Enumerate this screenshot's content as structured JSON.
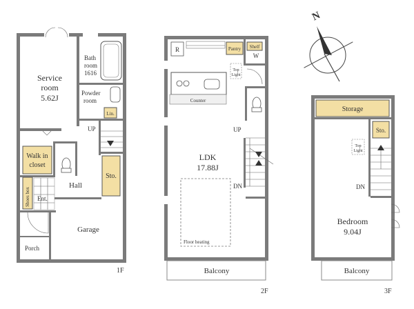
{
  "floors": [
    {
      "id": "1F",
      "label": "1F",
      "rooms": {
        "service_room": {
          "name_line1": "Service",
          "name_line2": "room",
          "size": "5.62J"
        },
        "bathroom": {
          "line1": "Bath",
          "line2": "room",
          "line3": "1616"
        },
        "powder_room": {
          "line1": "Powder",
          "line2": "room"
        },
        "linen": "Lin.",
        "walk_in_closet": {
          "line1": "Walk in",
          "line2": "closet"
        },
        "storage": "Sto.",
        "hall": "Hall",
        "shoes_box": "Shoes box",
        "entrance": "Ent.",
        "garage": "Garage",
        "porch": "Porch",
        "stairs": "UP"
      }
    },
    {
      "id": "2F",
      "label": "2F",
      "rooms": {
        "refrigerator": "R",
        "pantry": "Pantry",
        "shelf": "Shelf",
        "washer": "W",
        "top_light": {
          "line1": "Top",
          "line2": "Light"
        },
        "counter": "Counter",
        "ldk": {
          "name": "LDK",
          "size": "17.88J"
        },
        "floor_heating": "Floor heating",
        "stairs_up": "UP",
        "stairs_dn": "DN",
        "balcony": "Balcony"
      }
    },
    {
      "id": "3F",
      "label": "3F",
      "rooms": {
        "storage": "Storage",
        "sto": "Sto.",
        "top_light": {
          "line1": "Top",
          "line2": "Light"
        },
        "bedroom": {
          "name": "Bedroom",
          "size": "9.04J"
        },
        "stairs_dn": "DN",
        "balcony": "Balcony"
      }
    }
  ],
  "compass": {
    "north_letter": "N"
  },
  "colors": {
    "wall": "#7b7b7b",
    "storage_fill": "#f3dfa4",
    "line": "#555555"
  }
}
